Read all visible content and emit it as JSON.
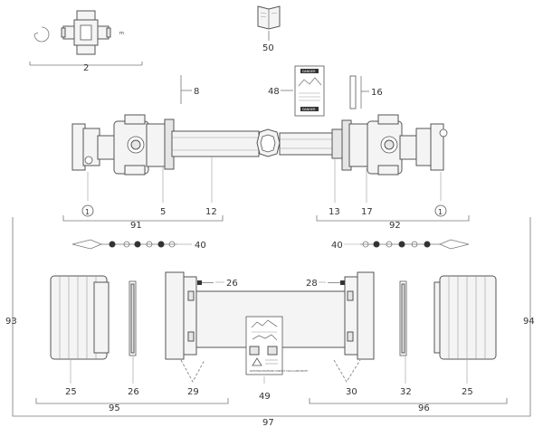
{
  "labels": {
    "l2": "2",
    "l50": "50",
    "l8": "8",
    "l48": "48",
    "l16": "16",
    "l1a": "1",
    "l5": "5",
    "l12": "12",
    "l13": "13",
    "l17": "17",
    "l1b": "1",
    "l91": "91",
    "l92": "92",
    "l40a": "40",
    "l40b": "40",
    "l26a": "26",
    "l28": "28",
    "l93": "93",
    "l94": "94",
    "l25a": "25",
    "l26b": "26",
    "l29": "29",
    "l49": "49",
    "l30": "30",
    "l32": "32",
    "l25b": "25",
    "l95": "95",
    "l96": "96",
    "l97": "97"
  },
  "stickers": {
    "danger_top": "DANGER",
    "danger_bottom": "DANGER",
    "small_text": "ROTATING DRIVELINE CONTACT CAN CAUSE DEATH"
  }
}
